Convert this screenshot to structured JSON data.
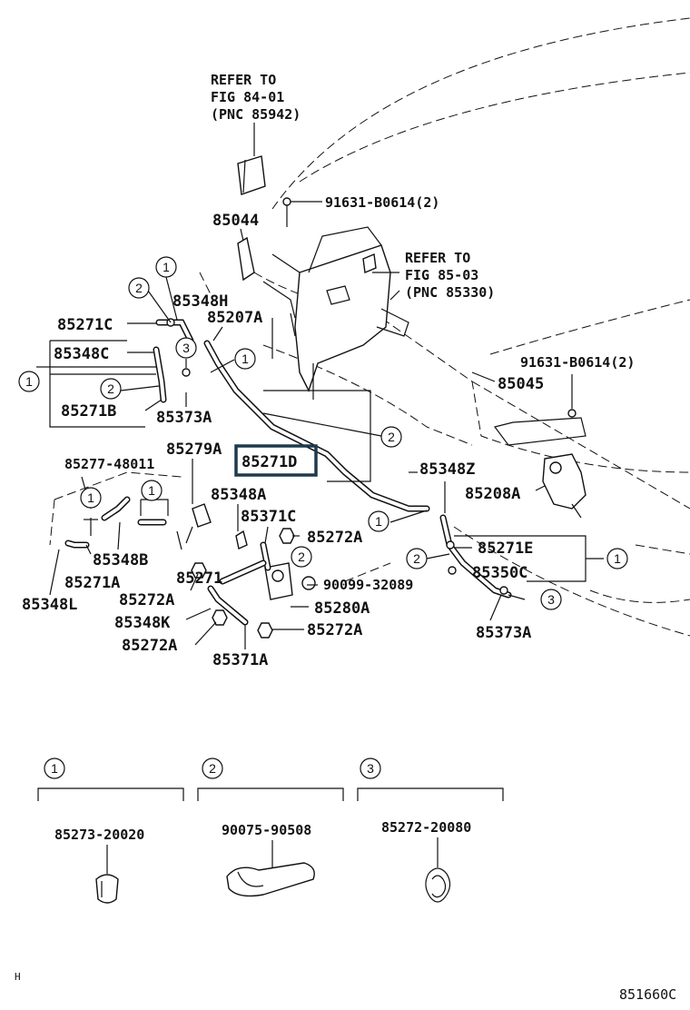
{
  "refer_a": {
    "line1": "REFER TO",
    "line2": "FIG 84-01",
    "line3": "(PNC 85942)"
  },
  "refer_b": {
    "line1": "REFER TO",
    "line2": "FIG 85-03",
    "line3": "(PNC 85330)"
  },
  "labels": {
    "p91631_top": "91631-B0614(2)",
    "p85044": "85044",
    "p85348H": "85348H",
    "p85207A": "85207A",
    "p85271C": "85271C",
    "p85348C": "85348C",
    "p85271B": "85271B",
    "p85373A_left": "85373A",
    "p91631_right": "91631-B0614(2)",
    "p85045": "85045",
    "p85279A": "85279A",
    "p85271D": "85271D",
    "p85277": "85277-48011",
    "p85348Z": "85348Z",
    "p85208A": "85208A",
    "p85348A": "85348A",
    "p85371C": "85371C",
    "p85272A_1": "85272A",
    "p85271E": "85271E",
    "p85348B": "85348B",
    "p85271": "85271",
    "p85350C": "85350C",
    "p85271A": "85271A",
    "p85348L": "85348L",
    "p85272A_2": "85272A",
    "p90099": "90099-32089",
    "p85280A": "85280A",
    "p85348K": "85348K",
    "p85272A_3": "85272A",
    "p85373A_right": "85373A",
    "p85272A_4": "85272A",
    "p85371A": "85371A"
  },
  "legend": [
    {
      "number": "1",
      "part": "85273-20020"
    },
    {
      "number": "2",
      "part": "90075-90508"
    },
    {
      "number": "3",
      "part": "85272-20080"
    }
  ],
  "corner_mark": "H",
  "figure_code": "851660C",
  "colors": {
    "ink": "#111111",
    "highlight": "#1f3a4d"
  }
}
